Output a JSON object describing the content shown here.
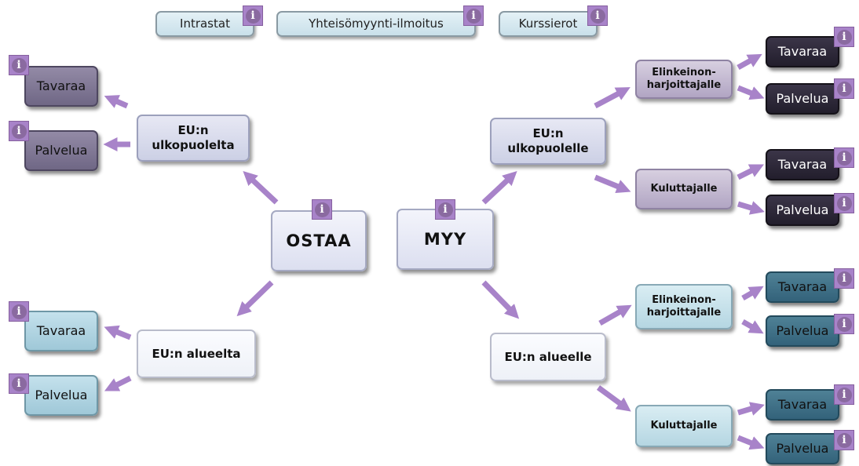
{
  "top_buttons": {
    "intrastat": "Intrastat",
    "yhteisomyynti": "Yhteisömyynti-ilmoitus",
    "kurssierot": "Kurssierot"
  },
  "center": {
    "ostaa": "OSTAA",
    "myy": "MYY"
  },
  "ostaa": {
    "eu_ulkopuolelta": [
      "EU:n",
      "ulkopuolelta"
    ],
    "eu_alueelta": "EU:n alueelta",
    "ulko_leaves": {
      "tavaraa": "Tavaraa",
      "palvelua": "Palvelua"
    },
    "alue_leaves": {
      "tavaraa": "Tavaraa",
      "palvelua": "Palvelua"
    }
  },
  "myy": {
    "eu_ulkopuolelle": [
      "EU:n",
      "ulkopuolelle"
    ],
    "eu_alueelle": "EU:n alueelle",
    "ulko": {
      "elinkeino": [
        "Elinkeinon-",
        "harjoittajalle"
      ],
      "kuluttajalle": "Kuluttajalle",
      "elinkeino_leaves": {
        "tavaraa": "Tavaraa",
        "palvelua": "Palvelua"
      },
      "kuluttaja_leaves": {
        "tavaraa": "Tavaraa",
        "palvelua": "Palvelua"
      }
    },
    "alue": {
      "elinkeino": [
        "Elinkeinon-",
        "harjoittajalle"
      ],
      "kuluttajalle": "Kuluttajalle",
      "elinkeino_leaves": {
        "tavaraa": "Tavaraa",
        "palvelua": "Palvelua"
      },
      "kuluttaja_leaves": {
        "tavaraa": "Tavaraa",
        "palvelua": "Palvelua"
      }
    }
  },
  "info_glyph": "i",
  "icons": {
    "info": "info-icon"
  },
  "colors": {
    "arrow": "#a883c9",
    "info_badge": "#a883c9",
    "leaf_purple": "#7b7290",
    "leaf_blue": "#b1d5e3",
    "leaf_dark": "#2d2838",
    "leaf_teal": "#41728a"
  }
}
